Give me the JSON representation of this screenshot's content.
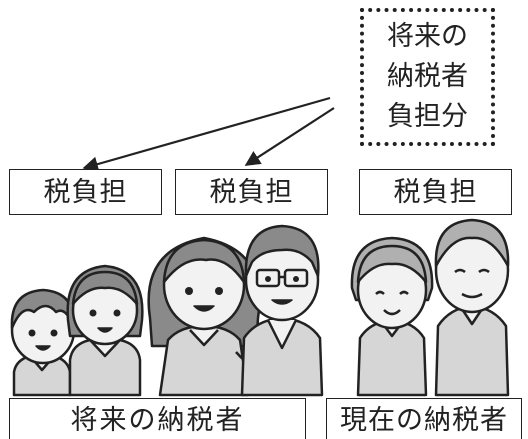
{
  "future_box": {
    "lines": [
      "将来の",
      "納税者",
      "負担分"
    ]
  },
  "burdens": [
    "税負担",
    "税負担",
    "税負担"
  ],
  "groups": {
    "future": "将来の納税者",
    "current": "現在の納税者"
  },
  "colors": {
    "outline": "#222222",
    "hair_dark": "#8a8a8a",
    "hair_gray": "#b0b0b0",
    "skin": "#f2f2f2",
    "cloth": "#d6d6d6"
  }
}
